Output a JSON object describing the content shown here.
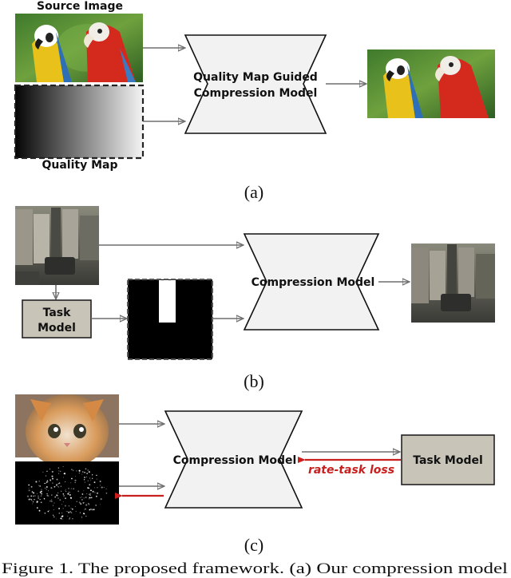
{
  "panel_a": {
    "source_label": "Source Image",
    "quality_map_label": "Quality Map",
    "model_label_line1": "Quality Map Guided",
    "model_label_line2": "Compression Model",
    "caption": "(a)"
  },
  "panel_b": {
    "task_model_line1": "Task",
    "task_model_line2": "Model",
    "model_label": "Compression Model",
    "caption": "(b)"
  },
  "panel_c": {
    "model_label": "Compression Model",
    "task_model_label": "Task Model",
    "loss_label": "rate-task loss",
    "caption": "(c)"
  },
  "figure_caption": "Figure 1. The proposed framework.  (a) Our compression model",
  "colors": {
    "arrow_gray": "#6e6e6e",
    "loss_red": "#c8201e",
    "box_fill": "#f2f2f2",
    "task_box_fill": "#c8c4b8"
  }
}
